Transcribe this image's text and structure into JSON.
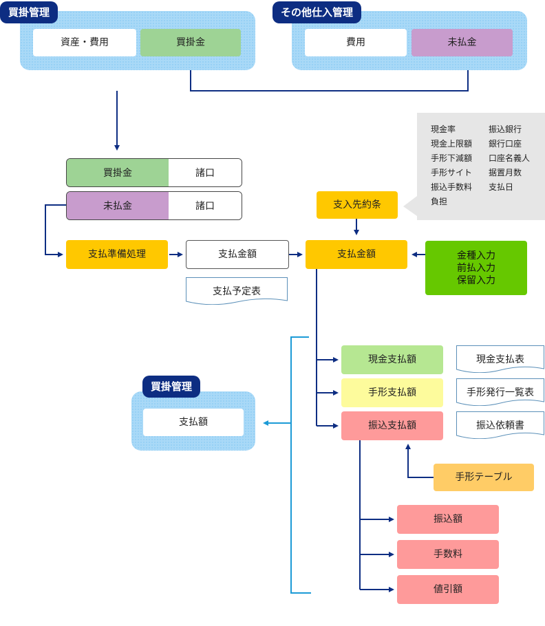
{
  "top_left_group": {
    "title": "買掛管理",
    "items": [
      "資産・費用",
      "買掛金"
    ]
  },
  "top_right_group": {
    "title": "その他仕入管理",
    "items": [
      "費用",
      "未払金"
    ]
  },
  "ledger_rows": [
    {
      "account": "買掛金",
      "partner": "諸口"
    },
    {
      "account": "未払金",
      "partner": "諸口"
    }
  ],
  "info_box": {
    "col1": [
      "現金率",
      "現金上限額",
      "手形下減額",
      "手形サイト",
      "振込手数料",
      "負担"
    ],
    "col2": [
      "振込銀行",
      "銀行口座",
      "口座名義人",
      "据置月数",
      "支払日"
    ]
  },
  "nodes": {
    "supplier_terms": "支入先約条",
    "payment_prep": "支払準備処理",
    "payment_amount_1": "支払金額",
    "payment_amount_2": "支払金額",
    "payment_schedule": "支払予定表",
    "input_box": [
      "金種入力",
      "前払入力",
      "保留入力"
    ],
    "cash_payment": "現金支払額",
    "bill_payment": "手形支払額",
    "transfer_payment": "振込支払額",
    "cash_report": "現金支払表",
    "bill_report": "手形発行一覧表",
    "transfer_report": "振込依頼書",
    "bill_table": "手形テーブル",
    "transfer_amount": "振込額",
    "fee": "手数料",
    "discount": "値引額"
  },
  "bottom_group": {
    "title": "買掛管理",
    "item": "支払額"
  }
}
